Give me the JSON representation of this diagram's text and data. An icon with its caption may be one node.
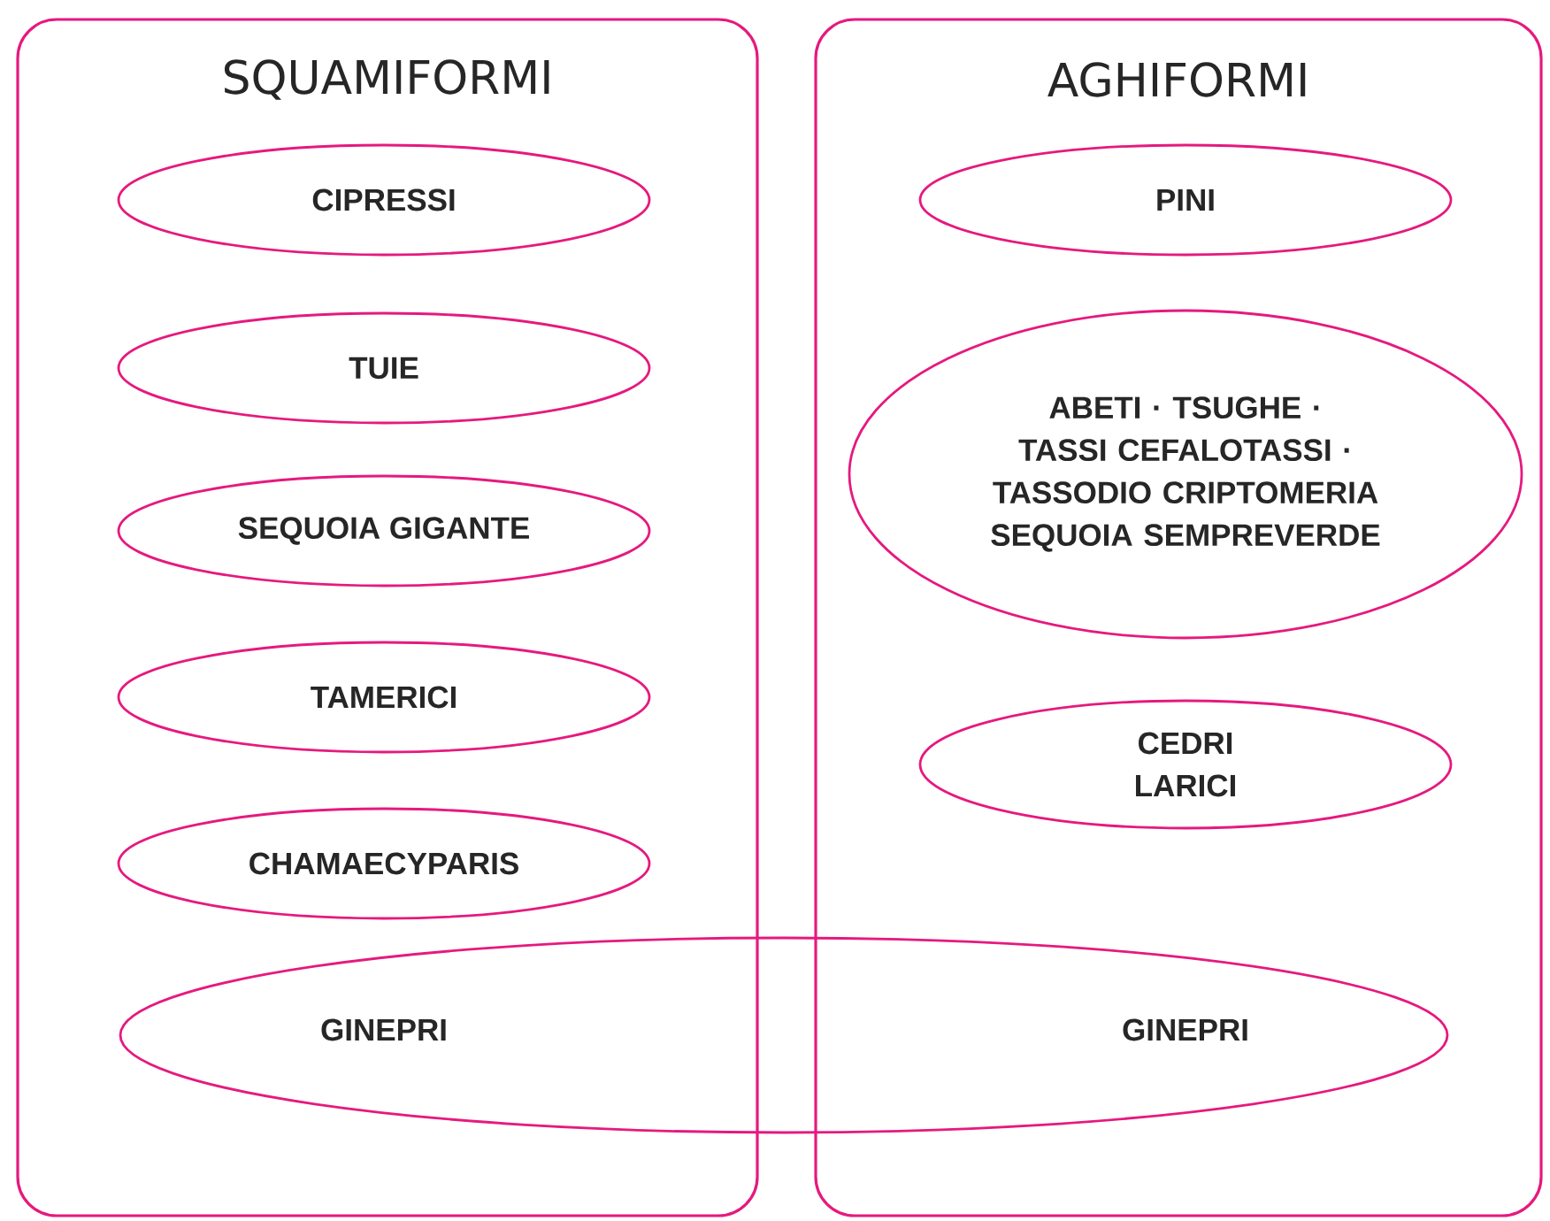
{
  "diagram": {
    "nodes": [
      {
        "text": [
          "SQUAMIFORMI"
        ]
      },
      {
        "text": [
          "CIPRESSI"
        ],
        "in": 0
      },
      {
        "text": [
          "TUIE"
        ],
        "in": 0
      },
      {
        "text": [
          "SEQUOIA GIGANTE"
        ],
        "in": 0
      },
      {
        "text": [
          "TAMERICI"
        ],
        "in": 0
      },
      {
        "text": [
          "CHAMAECYPARIS"
        ],
        "in": 0
      },
      {
        "text": [
          "AGHIFORMI"
        ]
      },
      {
        "text": [
          "PINI"
        ],
        "in": 6
      },
      {
        "text": [
          "ABETI · TSUGHE · TASSI CEFALOTASSI · TASSODIO CRIPTOMERIA SEQUOIA SEMPREVERDE"
        ],
        "in": 6
      },
      {
        "text": [
          "CEDRI LARICI"
        ],
        "in": 6
      },
      {
        "text": [
          "GINEPRI",
          "GINEPRI"
        ]
      }
    ]
  }
}
